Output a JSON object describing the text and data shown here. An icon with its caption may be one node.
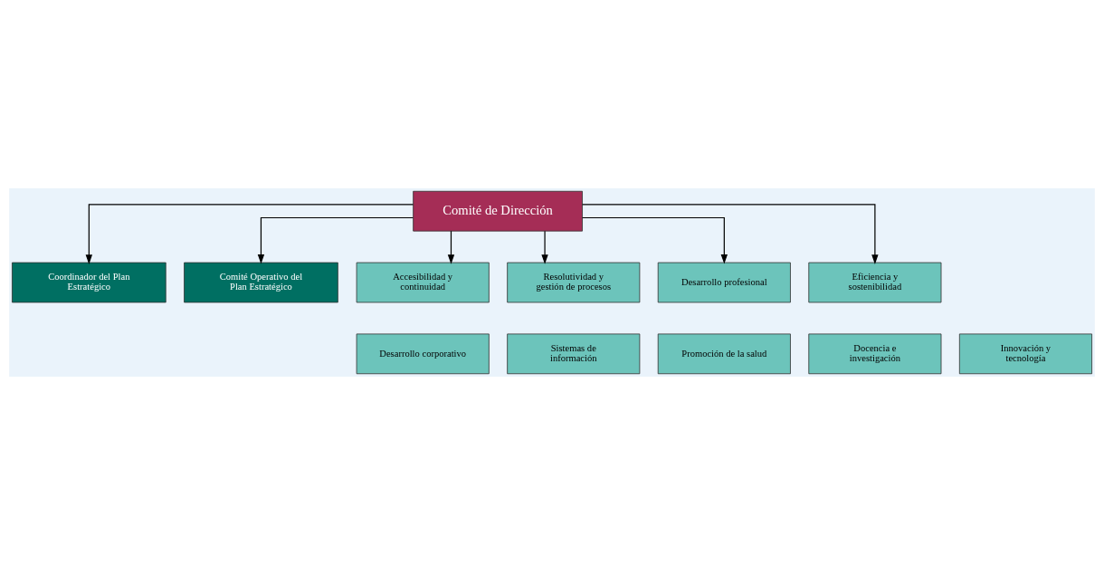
{
  "diagram": {
    "nodes": [
      {
        "text": [
          "Comité de Dirección"
        ]
      },
      {
        "text": [
          "Coordinador del Plan Estratégico"
        ]
      },
      {
        "text": [
          "Comité Operativo del Plan Estratégico"
        ]
      },
      {
        "text": [
          "Accesibilidad y continuidad"
        ]
      },
      {
        "text": [
          "Resolutividad y gestión de procesos"
        ]
      },
      {
        "text": [
          "Desarrollo profesional"
        ]
      },
      {
        "text": [
          "Eficiencia y sostenibilidad"
        ]
      },
      {
        "text": [
          "Desarrollo corporativo"
        ]
      },
      {
        "text": [
          "Sistemas de información"
        ]
      },
      {
        "text": [
          "Promoción de la salud"
        ]
      },
      {
        "text": [
          "Docencia e investigación"
        ]
      },
      {
        "text": [
          "Innovación y tecnología"
        ]
      }
    ],
    "edges": [
      {
        "from": 0,
        "to": 1,
        "arrow": "to"
      },
      {
        "from": 0,
        "to": 2,
        "arrow": "to"
      },
      {
        "from": 0,
        "to": 3,
        "arrow": "to"
      },
      {
        "from": 0,
        "to": 4,
        "arrow": "to"
      },
      {
        "from": 0,
        "to": 5,
        "arrow": "to"
      },
      {
        "from": 0,
        "to": 6,
        "arrow": "to"
      }
    ]
  }
}
